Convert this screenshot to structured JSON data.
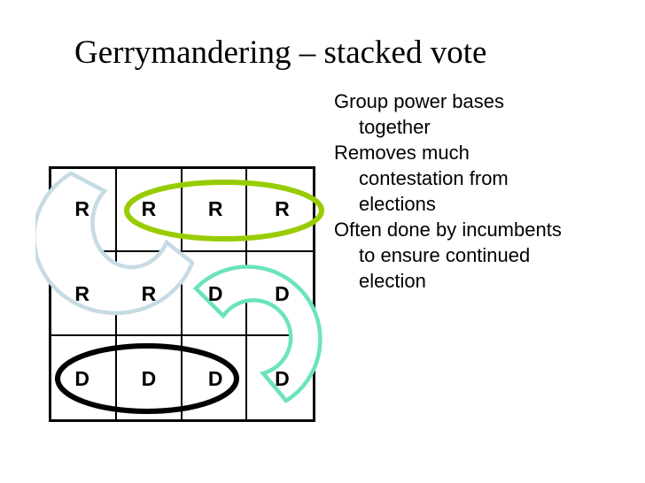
{
  "slide": {
    "title": "Gerrymandering – stacked vote",
    "bullets": [
      {
        "lines": [
          "Group power bases",
          "together"
        ]
      },
      {
        "lines": [
          "Removes much",
          "contestation from",
          "elections"
        ]
      },
      {
        "lines": [
          "Often done by incumbents",
          "to ensure continued",
          "election"
        ]
      }
    ],
    "grid": {
      "rows": [
        [
          "R",
          "R",
          "R",
          "R"
        ],
        [
          "R",
          "R",
          "D",
          "D"
        ],
        [
          "D",
          "D",
          "D",
          "D"
        ]
      ]
    },
    "colors": {
      "r_stack_ellipse": "#99cc00",
      "d_stack_ellipse": "#000000",
      "r_base_crescent": "#c6dbe4",
      "d_base_crescent": "#6be4bd",
      "grid_line": "#000000"
    }
  }
}
